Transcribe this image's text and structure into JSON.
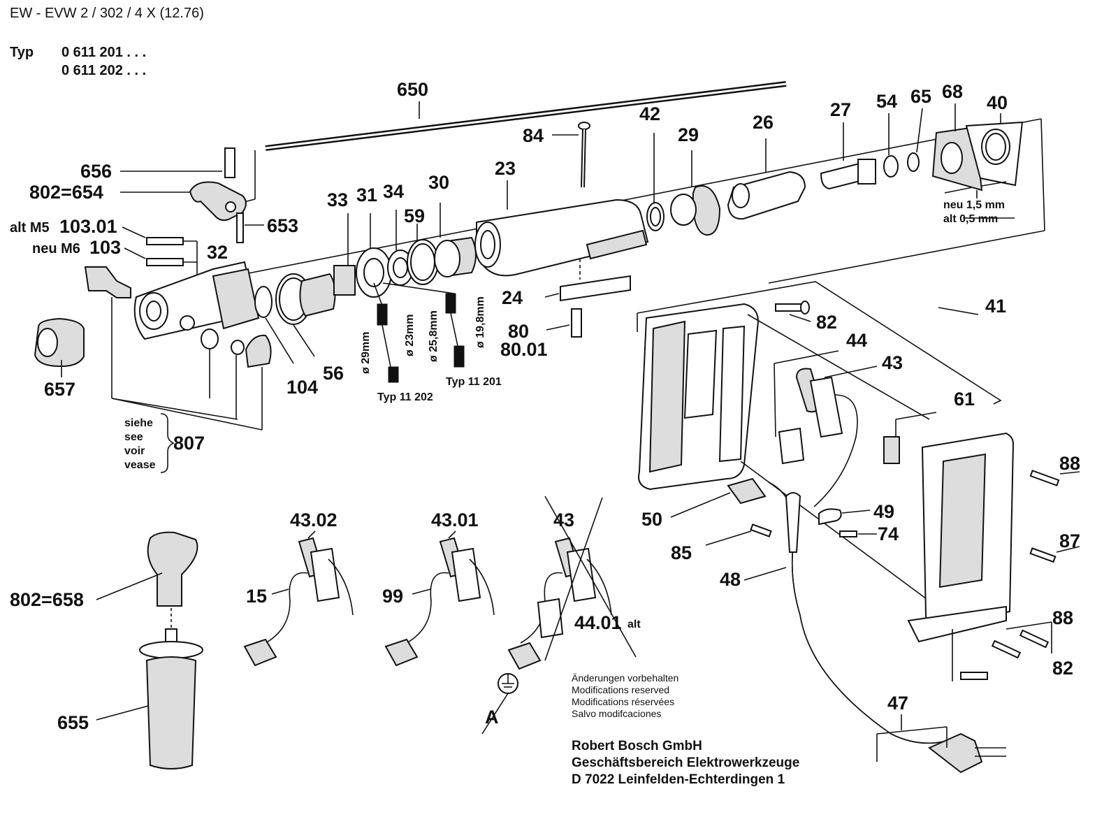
{
  "header": {
    "doc_code": "EW - EVW 2 / 302 / 4 X (12.76)",
    "typ_label": "Typ",
    "typ_values": [
      "0 611 201 . . .",
      "0 611 202 . . ."
    ]
  },
  "callouts": [
    {
      "id": "650",
      "label": "650"
    },
    {
      "id": "656",
      "label": "656"
    },
    {
      "id": "802-654",
      "label": "802=654"
    },
    {
      "id": "653",
      "label": "653"
    },
    {
      "id": "103.01",
      "label": "103.01"
    },
    {
      "id": "103",
      "label": "103"
    },
    {
      "id": "32",
      "label": "32"
    },
    {
      "id": "33",
      "label": "33"
    },
    {
      "id": "31",
      "label": "31"
    },
    {
      "id": "34",
      "label": "34"
    },
    {
      "id": "59",
      "label": "59"
    },
    {
      "id": "30",
      "label": "30"
    },
    {
      "id": "23",
      "label": "23"
    },
    {
      "id": "84",
      "label": "84"
    },
    {
      "id": "42",
      "label": "42"
    },
    {
      "id": "29",
      "label": "29"
    },
    {
      "id": "26",
      "label": "26"
    },
    {
      "id": "27",
      "label": "27"
    },
    {
      "id": "54",
      "label": "54"
    },
    {
      "id": "65",
      "label": "65"
    },
    {
      "id": "68",
      "label": "68"
    },
    {
      "id": "40",
      "label": "40"
    },
    {
      "id": "24",
      "label": "24"
    },
    {
      "id": "80",
      "label": "80"
    },
    {
      "id": "80.01",
      "label": "80.01"
    },
    {
      "id": "82a",
      "label": "82"
    },
    {
      "id": "41",
      "label": "41"
    },
    {
      "id": "44",
      "label": "44"
    },
    {
      "id": "43a",
      "label": "43"
    },
    {
      "id": "61",
      "label": "61"
    },
    {
      "id": "88a",
      "label": "88"
    },
    {
      "id": "87",
      "label": "87"
    },
    {
      "id": "88b",
      "label": "88"
    },
    {
      "id": "82b",
      "label": "82"
    },
    {
      "id": "104",
      "label": "104"
    },
    {
      "id": "56",
      "label": "56"
    },
    {
      "id": "657",
      "label": "657"
    },
    {
      "id": "807",
      "label": "807"
    },
    {
      "id": "50",
      "label": "50"
    },
    {
      "id": "49",
      "label": "49"
    },
    {
      "id": "74",
      "label": "74"
    },
    {
      "id": "85",
      "label": "85"
    },
    {
      "id": "48",
      "label": "48"
    },
    {
      "id": "47",
      "label": "47"
    },
    {
      "id": "43.02",
      "label": "43.02"
    },
    {
      "id": "43.01",
      "label": "43.01"
    },
    {
      "id": "43b",
      "label": "43"
    },
    {
      "id": "15",
      "label": "15"
    },
    {
      "id": "99",
      "label": "99"
    },
    {
      "id": "44.01",
      "label": "44.01"
    },
    {
      "id": "802-658",
      "label": "802=658"
    },
    {
      "id": "655",
      "label": "655"
    },
    {
      "id": "A",
      "label": "A"
    }
  ],
  "annotations": {
    "alt_m5": "alt M5",
    "neu_m6": "neu M6",
    "neu_thickness": "neu 1,5 mm",
    "alt_thickness": "alt 0,5 mm",
    "dim_29": "ø 29mm",
    "dim_23": "ø 23mm",
    "dim_25_8": "ø 25,8mm",
    "dim_19_8": "ø 19,8mm",
    "typ_11202": "Typ 11 202",
    "typ_11201": "Typ 11 201",
    "alt_suffix": "alt",
    "siehe": [
      "siehe",
      "see",
      "voir",
      "vease"
    ]
  },
  "notes": {
    "modifications": [
      "Änderungen vorbehalten",
      "Modifications reserved",
      "Modifications réservées",
      "Salvo modifcaciones"
    ]
  },
  "company": {
    "lines": [
      "Robert Bosch GmbH",
      "Geschäftsbereich Elektrowerkzeuge",
      "D 7022 Leinfelden-Echterdingen 1"
    ]
  }
}
